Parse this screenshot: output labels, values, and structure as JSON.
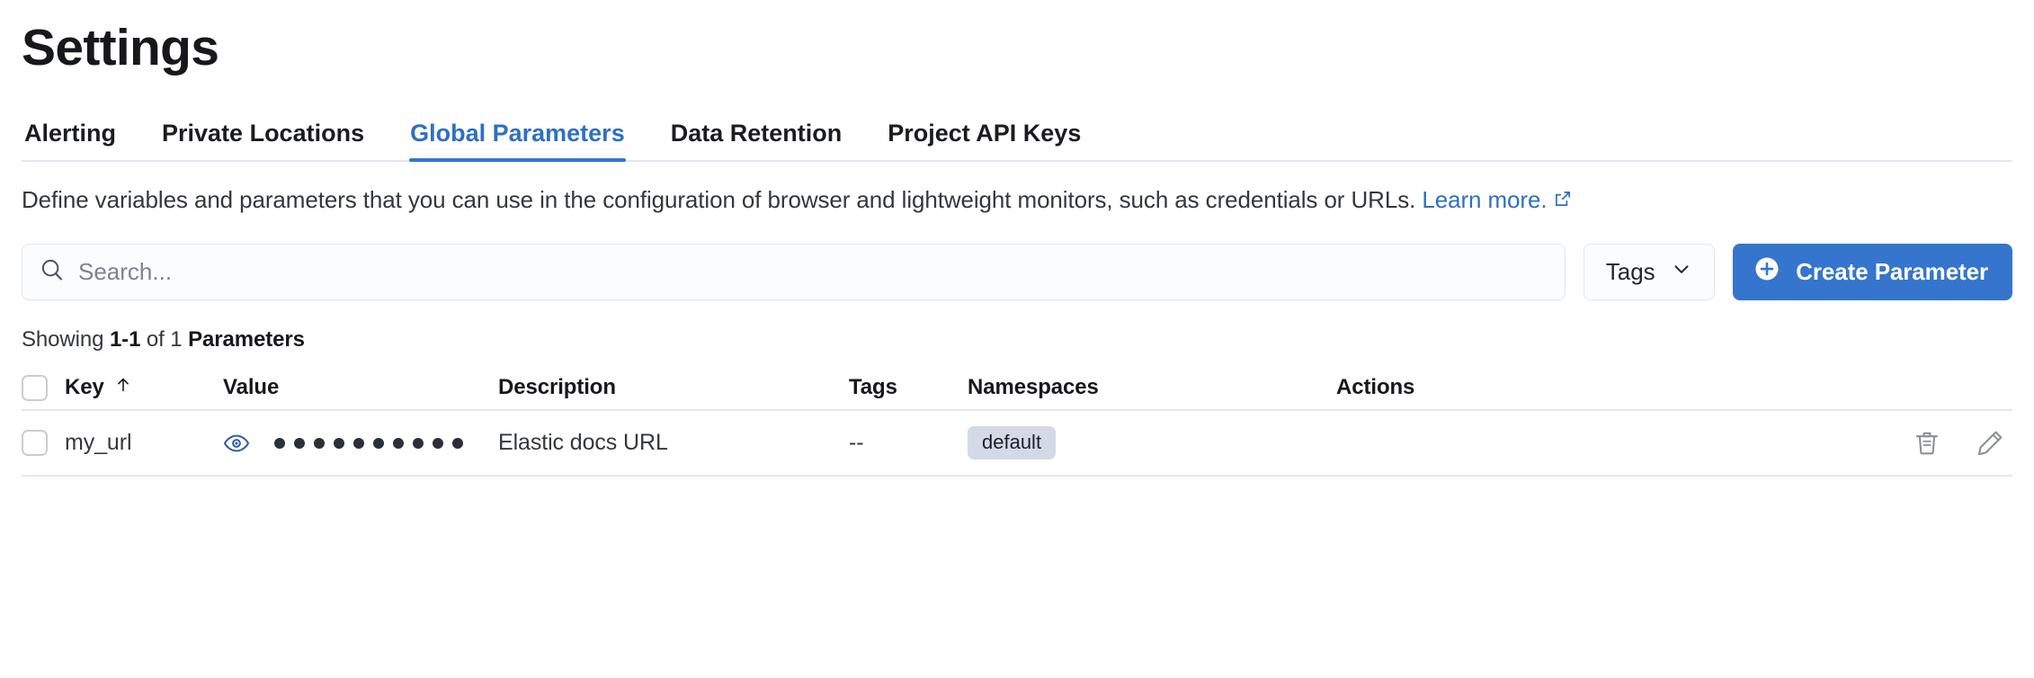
{
  "header": {
    "title": "Settings"
  },
  "tabs": [
    {
      "label": "Alerting",
      "active": false
    },
    {
      "label": "Private Locations",
      "active": false
    },
    {
      "label": "Global Parameters",
      "active": true
    },
    {
      "label": "Data Retention",
      "active": false
    },
    {
      "label": "Project API Keys",
      "active": false
    }
  ],
  "description": {
    "text": "Define variables and parameters that you can use in the configuration of browser and lightweight monitors, such as credentials or URLs.",
    "link_label": "Learn more.",
    "link_icon": "external-link-icon"
  },
  "toolbar": {
    "search_placeholder": "Search...",
    "search_value": "",
    "search_icon": "search-icon",
    "tags_label": "Tags",
    "tags_caret_icon": "chevron-down-icon",
    "create_label": "Create Parameter",
    "create_icon": "plus-circle-icon"
  },
  "results": {
    "prefix": "Showing ",
    "range": "1-1",
    "middle": " of 1 ",
    "noun": "Parameters"
  },
  "table": {
    "columns": [
      {
        "key": "select",
        "label": ""
      },
      {
        "key": "key",
        "label": "Key",
        "sort_icon": "arrow-up-icon",
        "sorted": "asc"
      },
      {
        "key": "value",
        "label": "Value"
      },
      {
        "key": "description",
        "label": "Description"
      },
      {
        "key": "tags",
        "label": "Tags"
      },
      {
        "key": "namespaces",
        "label": "Namespaces"
      },
      {
        "key": "actions",
        "label": "Actions"
      }
    ],
    "rows": [
      {
        "key": "my_url",
        "value_masked": "••••••••••",
        "value_dots": 10,
        "value_toggle_icon": "eye-icon",
        "description": "Elastic docs URL",
        "tags": "--",
        "namespaces": [
          "default"
        ],
        "actions": [
          {
            "name": "delete",
            "icon": "trash-icon"
          },
          {
            "name": "edit",
            "icon": "pencil-icon"
          }
        ]
      }
    ]
  },
  "colors": {
    "accent_blue": "#3575ce",
    "tab_active": "#2f6fc4",
    "link": "#2f6fc4",
    "badge_bg": "#d3dae6",
    "text": "#343741",
    "heading": "#17181c",
    "border": "#e3e6ef",
    "eye_icon": "#2d5f9e",
    "action_icon": "#8b9099"
  }
}
